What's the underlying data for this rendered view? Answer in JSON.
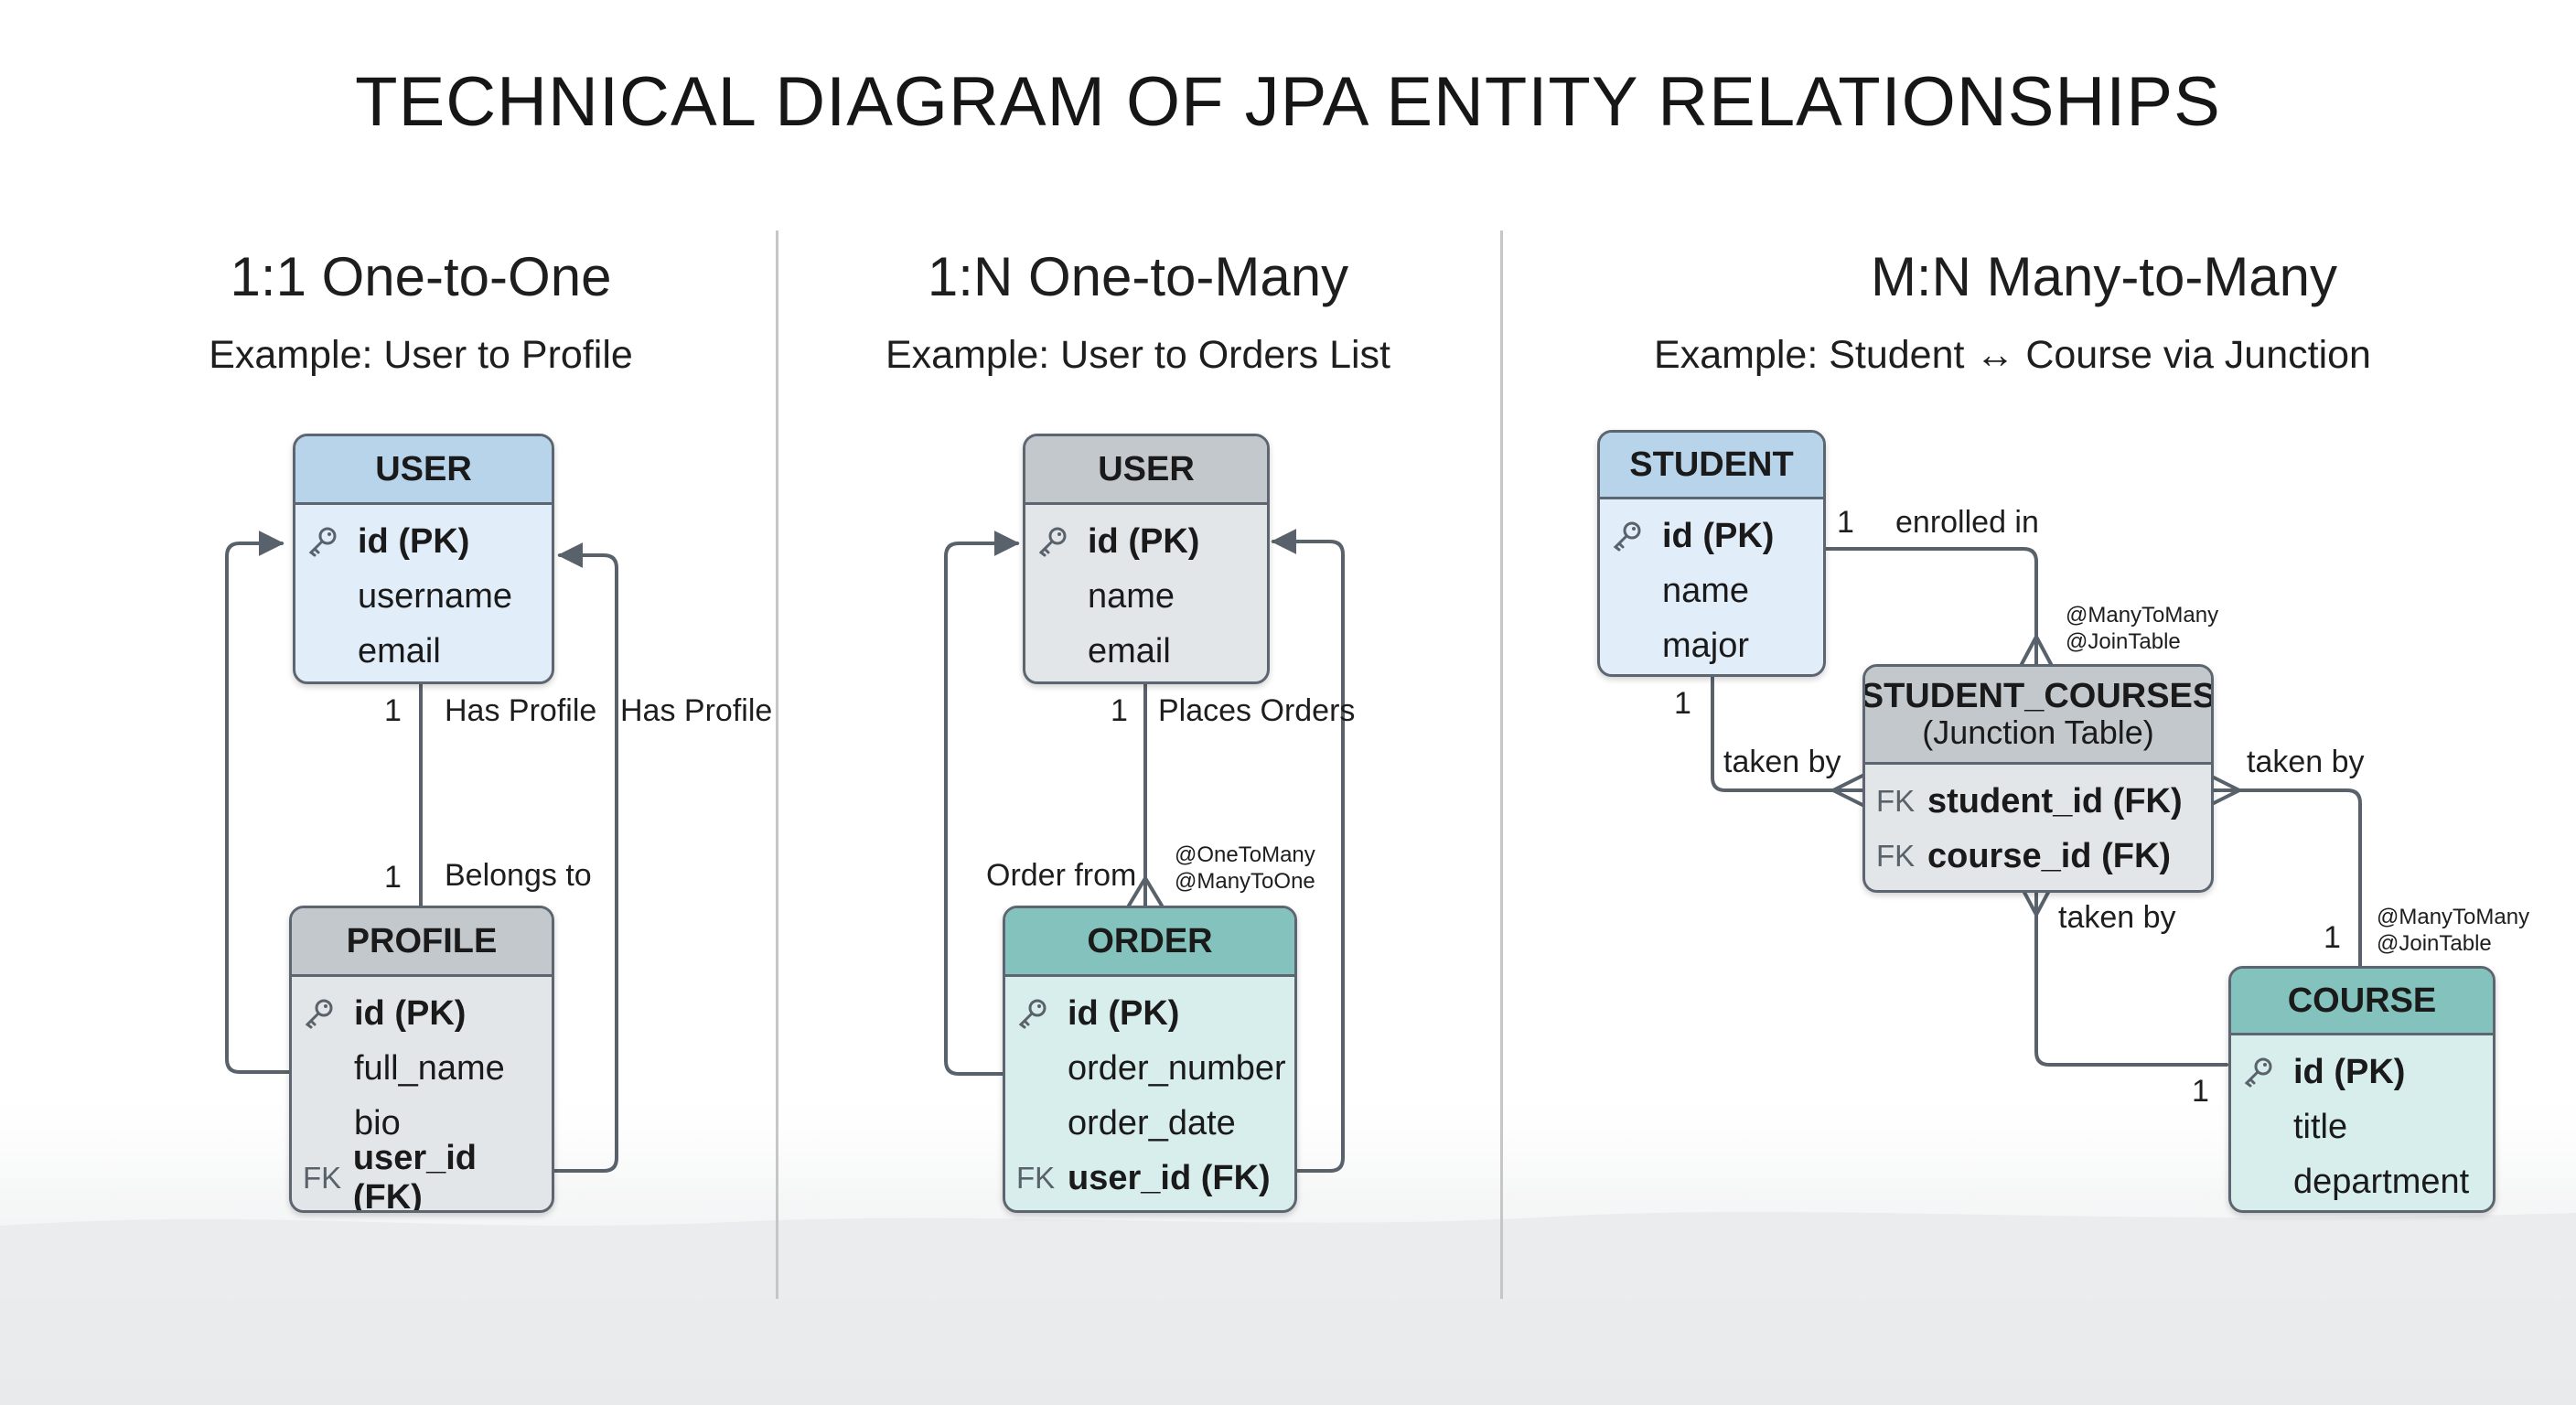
{
  "title": "TECHNICAL DIAGRAM OF JPA ENTITY RELATIONSHIPS",
  "colors": {
    "blue_header": "#b7d4ea",
    "blue_body": "#e1edf8",
    "gray_header": "#c3c8cd",
    "gray_body": "#e3e6e9",
    "teal_header": "#84c3bd",
    "teal_body": "#d7eeec",
    "line": "#59626b"
  },
  "sections": {
    "one_to_one": {
      "title": "1:1 One-to-One",
      "subtitle": "Example: User to Profile",
      "user": {
        "header": "USER",
        "fields": [
          {
            "prefix": "key-icon",
            "name": "id (PK)"
          },
          {
            "prefix": "",
            "name": "username"
          },
          {
            "prefix": "",
            "name": "email"
          }
        ]
      },
      "profile": {
        "header": "PROFILE",
        "fields": [
          {
            "prefix": "key-icon",
            "name": "id (PK)"
          },
          {
            "prefix": "",
            "name": "full_name"
          },
          {
            "prefix": "",
            "name": "bio"
          },
          {
            "prefix": "FK",
            "name": "user_id (FK)"
          }
        ]
      },
      "labels": {
        "card_top": "1",
        "has_profile": "Has Profile",
        "card_bottom": "1",
        "belongs_to": "Belongs to",
        "has_profile_right": "Has Profile"
      }
    },
    "one_to_many": {
      "title": "1:N One-to-Many",
      "subtitle": "Example: User to Orders List",
      "user": {
        "header": "USER",
        "fields": [
          {
            "prefix": "key-icon",
            "name": "id (PK)"
          },
          {
            "prefix": "",
            "name": "name"
          },
          {
            "prefix": "",
            "name": "email"
          }
        ]
      },
      "order": {
        "header": "ORDER",
        "fields": [
          {
            "prefix": "key-icon",
            "name": "id (PK)"
          },
          {
            "prefix": "",
            "name": "order_number"
          },
          {
            "prefix": "",
            "name": "order_date"
          },
          {
            "prefix": "FK",
            "name": "user_id (FK)"
          }
        ]
      },
      "labels": {
        "card_top": "1",
        "places_orders": "Places Orders",
        "order_from": "Order from",
        "annotation_1": "@OneToMany",
        "annotation_2": "@ManyToOne"
      }
    },
    "many_to_many": {
      "title": "M:N Many-to-Many",
      "subtitle": "Example: Student ↔ Course via Junction",
      "student": {
        "header": "STUDENT",
        "fields": [
          {
            "prefix": "key-icon",
            "name": "id (PK)"
          },
          {
            "prefix": "",
            "name": "name"
          },
          {
            "prefix": "",
            "name": "major"
          }
        ]
      },
      "junction": {
        "header": "STUDENT_COURSES",
        "header_note": "(Junction Table)",
        "fields": [
          {
            "prefix": "FK",
            "name": "student_id (FK)"
          },
          {
            "prefix": "FK",
            "name": "course_id (FK)"
          }
        ]
      },
      "course": {
        "header": "COURSE",
        "fields": [
          {
            "prefix": "key-icon",
            "name": "id (PK)"
          },
          {
            "prefix": "",
            "name": "title"
          },
          {
            "prefix": "",
            "name": "department"
          }
        ]
      },
      "labels": {
        "card_enrolled": "1",
        "enrolled_in": "enrolled in",
        "annotation_top_1": "@ManyToMany",
        "annotation_top_2": "@JoinTable",
        "card_student_left": "1",
        "taken_by_left": "taken by",
        "taken_by_right": "taken by",
        "taken_by_bottom": "taken by",
        "card_course_top": "1",
        "annotation_right_1": "@ManyToMany",
        "annotation_right_2": "@JoinTable",
        "card_course_left": "1"
      }
    }
  }
}
